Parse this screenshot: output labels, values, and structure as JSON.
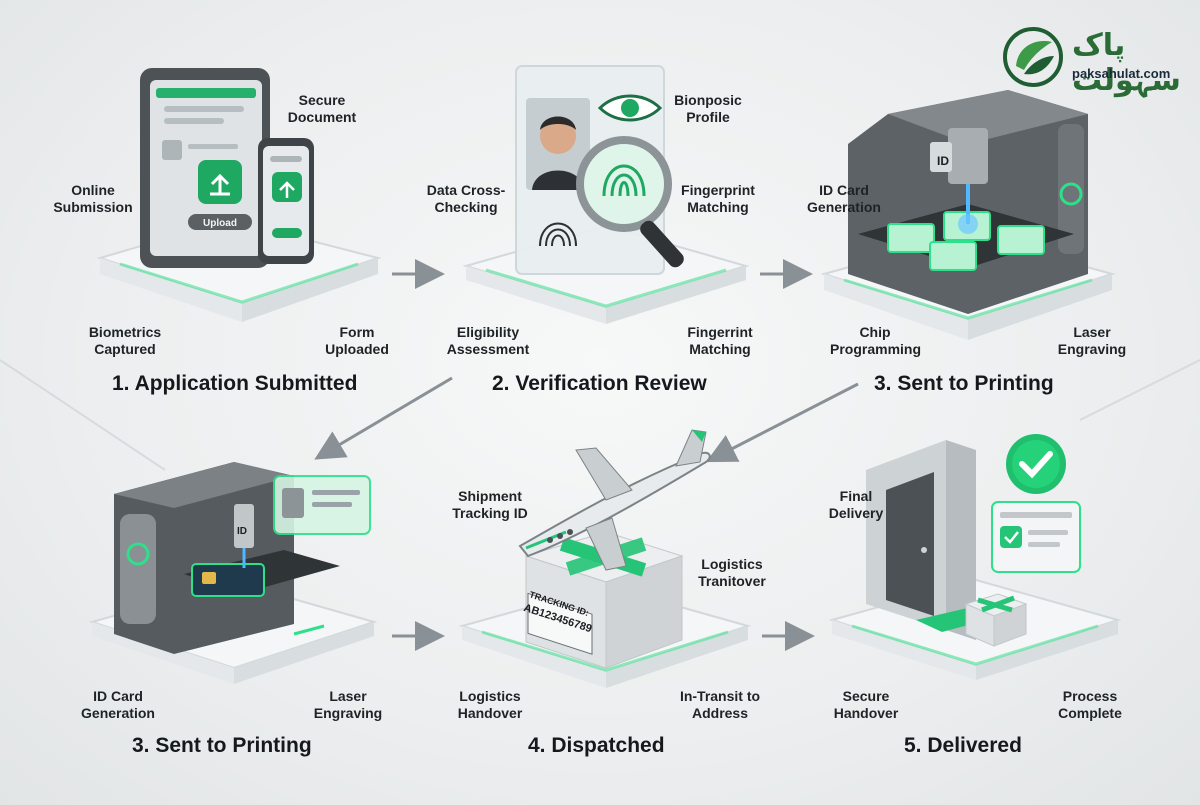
{
  "brand": {
    "name_urdu": "پاک سہولت",
    "domain": "paksahulat.com"
  },
  "colors": {
    "accent": "#22b36a",
    "accent_dark": "#0f7a45",
    "device_gray": "#5f6468",
    "background": "#eceeef"
  },
  "steps": [
    {
      "title": "1. Application Submitted",
      "labels": [
        "Secure Document",
        "Online Submission",
        "Biometrics Captured",
        "Form Uploaded"
      ],
      "upload_button": "Upload"
    },
    {
      "title": "2. Verification Review",
      "labels": [
        "Bionposic Profile",
        "Data Cross-Checking",
        "Fingerprint Matching",
        "Eligibility Assessment",
        "Fingerrint Matching"
      ]
    },
    {
      "title": "3. Sent to Printing",
      "labels": [
        "ID Card Generation",
        "Chip Programming",
        "Laser Engraving"
      ],
      "card_badge": "ID"
    },
    {
      "title": "3. Sent to Printing",
      "labels": [
        "ID Card Generation",
        "Laser Engraving"
      ],
      "card_badge": "ID"
    },
    {
      "title": "4. Dispatched",
      "labels": [
        "Shipment Tracking ID",
        "Logistics Tranitover",
        "Logistics Handover",
        "In-Transit to Address"
      ],
      "tracking_label": "TRACKING ID:",
      "tracking_number": "AB123456789"
    },
    {
      "title": "5. Delivered",
      "labels": [
        "Final Delivery",
        "Secure Handover",
        "Process Complete"
      ]
    }
  ]
}
